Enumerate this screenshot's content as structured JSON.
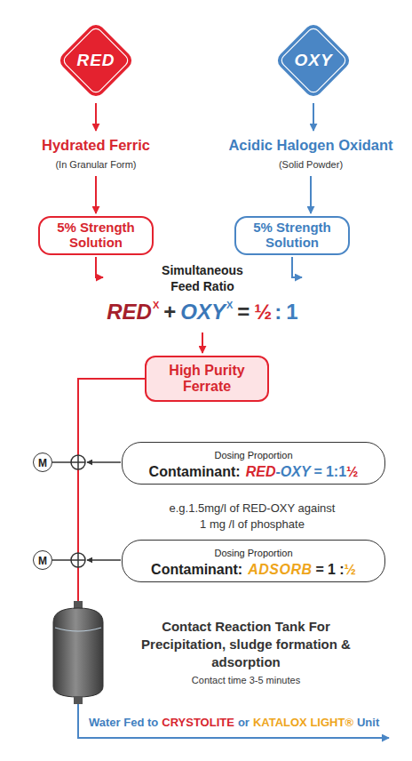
{
  "diagram": {
    "nodes": [
      {
        "text": [
          "RED"
        ]
      },
      {
        "text": [
          "OXY"
        ]
      },
      {
        "text": [
          "Hydrated Ferric",
          "(In Granular Form)"
        ]
      },
      {
        "text": [
          "Acidic Halogen Oxidant",
          "(Solid Powder)"
        ]
      },
      {
        "text": [
          "5% Strength Solution"
        ]
      },
      {
        "text": [
          "5% Strength Solution"
        ]
      },
      {
        "text": [
          "Simultaneous Feed Ratio",
          "RED",
          "X",
          "+",
          "OXY",
          "X",
          "=",
          "½",
          ":",
          "1"
        ]
      },
      {
        "text": [
          "High Purity Ferrate"
        ]
      },
      {
        "text": [
          "M"
        ]
      },
      {
        "text": [
          "Dosing Proportion",
          "Contaminant:",
          "RED",
          "-",
          "OXY",
          "=",
          "1:1",
          "½"
        ]
      },
      {
        "text": [
          "M"
        ]
      },
      {
        "text": [
          "Dosing Proportion",
          "Contaminant:",
          "ADSORB",
          "=",
          "1 :",
          "½"
        ]
      },
      {
        "text": [
          "Contact Reaction Tank For Precipitation, sludge formation & adsorption",
          "Contact time 3-5 minutes"
        ]
      }
    ],
    "edges": [
      {
        "from": 0,
        "to": 2,
        "arrow": "to"
      },
      {
        "from": 2,
        "to": 4,
        "arrow": "to"
      },
      {
        "from": 1,
        "to": 3,
        "arrow": "to"
      },
      {
        "from": 3,
        "to": 5,
        "arrow": "to"
      },
      {
        "from": 4,
        "to": 6,
        "arrow": "to"
      },
      {
        "from": 5,
        "to": 6,
        "arrow": "to"
      },
      {
        "from": 6,
        "to": 7,
        "arrow": "to"
      },
      {
        "from": 7,
        "to": 12,
        "arrow": "none"
      }
    ],
    "labels": [
      "e.g.1.5mg/l of RED-OXY against 1 mg /l of phosphate",
      "Water Fed to",
      "CRYSTOLITE",
      "or",
      "KATALOX LIGHT®",
      "Unit"
    ]
  }
}
